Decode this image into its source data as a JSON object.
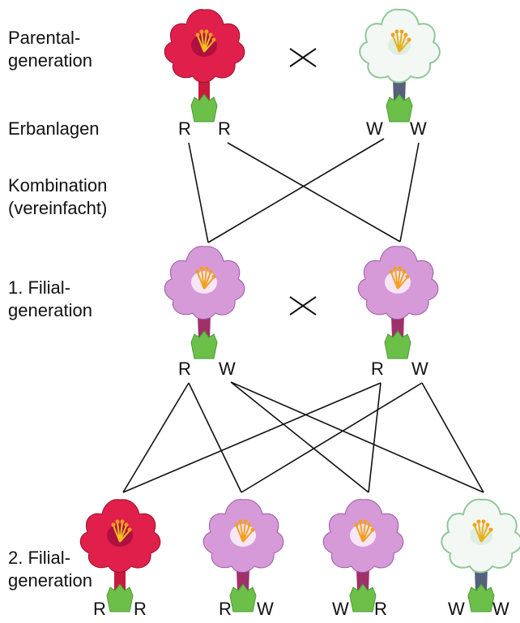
{
  "labels": {
    "parental_1": "Parental-",
    "parental_2": "generation",
    "erbanlagen": "Erbanlagen",
    "kombination_1": "Kombination",
    "kombination_2": "(vereinfacht)",
    "f1_1": "1. Filial-",
    "f1_2": "generation",
    "f2_1": "2. Filial-",
    "f2_2": "generation"
  },
  "alleles": {
    "p_left_a": "R",
    "p_left_b": "R",
    "p_right_a": "W",
    "p_right_b": "W",
    "f1_left_a": "R",
    "f1_left_b": "W",
    "f1_right_a": "R",
    "f1_right_b": "W",
    "f2_1_a": "R",
    "f2_1_b": "R",
    "f2_2_a": "R",
    "f2_2_b": "W",
    "f2_3_a": "W",
    "f2_3_b": "R",
    "f2_4_a": "W",
    "f2_4_b": "W"
  },
  "colors": {
    "red_flower": "#e0204a",
    "white_flower": "#f4f8f4",
    "pink_flower": "#d79ad8",
    "stem_green": "#6cc04a",
    "stamen": "#f2a020",
    "line": "#111111"
  },
  "icons": {
    "cross_symbol": "multiplication-cross-icon",
    "flower": "petunia-flower-icon"
  }
}
